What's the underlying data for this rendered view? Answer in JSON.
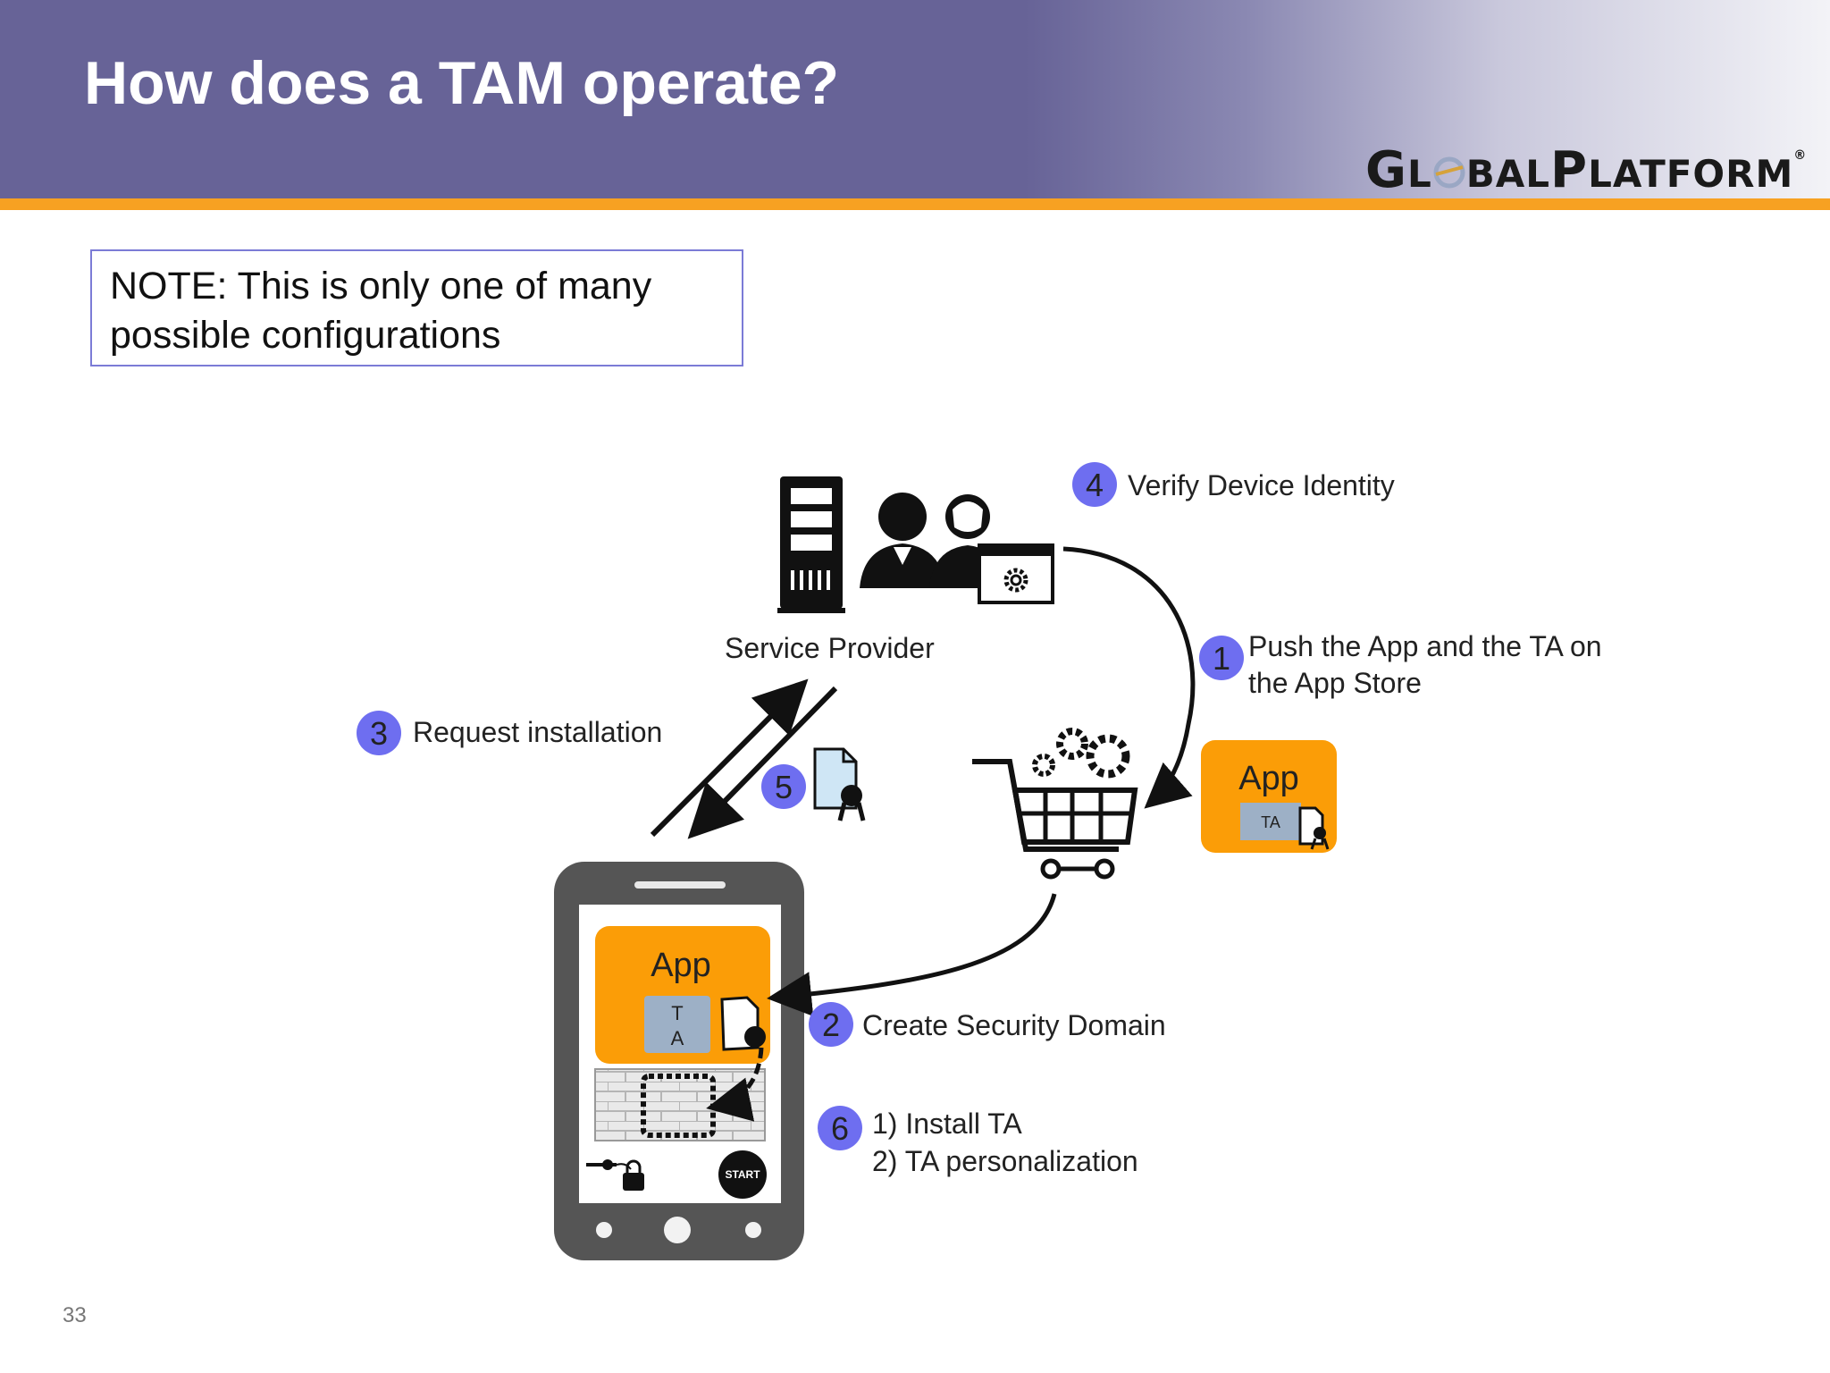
{
  "slide": {
    "title": "How does a TAM operate?",
    "logo": {
      "text_g": "G",
      "text_l": "L",
      "text_rest": "BAL",
      "text_p": "P",
      "text_latform": "LATFORM",
      "registered": "®"
    },
    "note": {
      "line1": "NOTE: This is only one of many",
      "line2": "possible configurations"
    },
    "page_number": "33"
  },
  "diagram": {
    "service_provider_label": "Service Provider",
    "steps": [
      {
        "num": "1",
        "line1": "Push the App and the TA on",
        "line2": "the App Store"
      },
      {
        "num": "2",
        "line1": "Create Security Domain"
      },
      {
        "num": "3",
        "line1": "Request installation"
      },
      {
        "num": "4",
        "line1": "Verify Device Identity"
      },
      {
        "num": "5"
      },
      {
        "num": "6",
        "line1": "1) Install TA",
        "line2": "2) TA personalization"
      }
    ],
    "store_app": {
      "label": "App",
      "ta_label": "TA"
    },
    "phone_app": {
      "label": "App",
      "ta_line1": "T",
      "ta_line2": "A",
      "start_label": "START"
    }
  },
  "colors": {
    "header": "#676397",
    "accent_orange": "#f7a122",
    "step_circle": "#6e6ef0",
    "app_orange": "#fb9d07",
    "ta_blue": "#9db0c6",
    "phone_gray": "#555555"
  },
  "icons": [
    "server-icon",
    "people-icon",
    "settings-window-icon",
    "shopping-cart-icon",
    "gears-icon",
    "certificate-icon",
    "key-icon",
    "lock-icon",
    "start-button-icon",
    "firewall-icon"
  ]
}
